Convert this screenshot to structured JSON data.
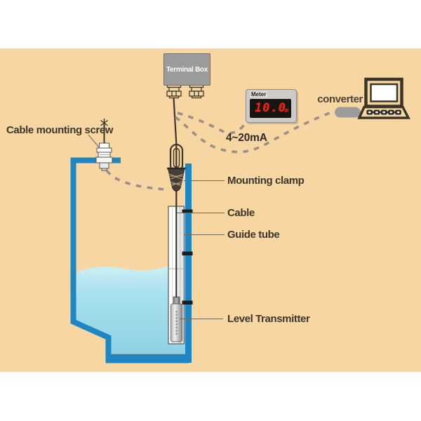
{
  "diagram": {
    "title_labels": {
      "terminal_box": "Terminal Box",
      "cable_mounting_screw": "Cable mounting screw",
      "mounting_clamp": "Mounting clamp",
      "cable": "Cable",
      "guide_tube": "Guide tube",
      "level_transmitter": "Level Transmitter",
      "converter": "converter",
      "signal": "4~20mA"
    },
    "meter": {
      "label": "Meter",
      "value": "10.0",
      "unit": "m"
    },
    "colors": {
      "background_band": "#f8d6a2",
      "page": "#ffffff",
      "tank_blue": "#1d87c5",
      "water_top": "#cdeef5",
      "water_bottom": "#8fd2e6",
      "display_red": "#ef2317",
      "display_black": "#151513",
      "dash_gray": "#99908a",
      "box_gray": "#9b9b9b",
      "line_dark": "#3b372e"
    }
  }
}
